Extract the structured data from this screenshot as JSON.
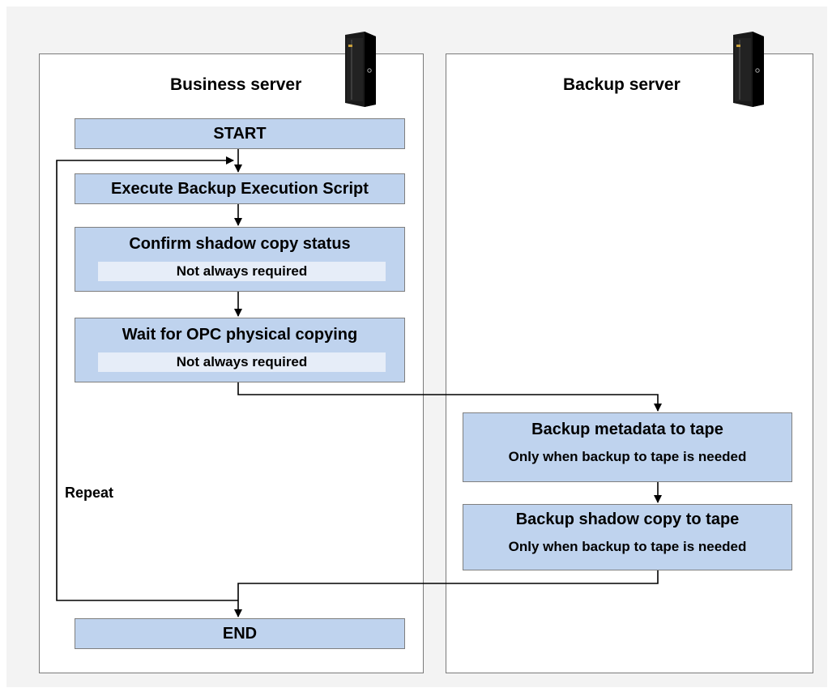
{
  "lanes": {
    "business": {
      "title": "Business server",
      "icon": "server-tower-icon"
    },
    "backup": {
      "title": "Backup server",
      "icon": "server-tower-icon"
    }
  },
  "steps": {
    "start": "START",
    "execute": "Execute Backup Execution Script",
    "confirm": {
      "title": "Confirm shadow copy status",
      "note": "Not always required"
    },
    "wait": {
      "title": "Wait for OPC physical copying",
      "note": "Not always required"
    },
    "metadata": {
      "title": "Backup metadata to tape",
      "note": "Only when backup to tape is needed"
    },
    "shadow": {
      "title": "Backup shadow copy to tape",
      "note": "Only when backup to tape is needed"
    },
    "end": "END"
  },
  "loop_label": "Repeat",
  "colors": {
    "step_fill": "#bfd3ee",
    "note_fill": "#e6edf8",
    "lane_border": "#7a7a7a",
    "arrow": "#000000"
  }
}
